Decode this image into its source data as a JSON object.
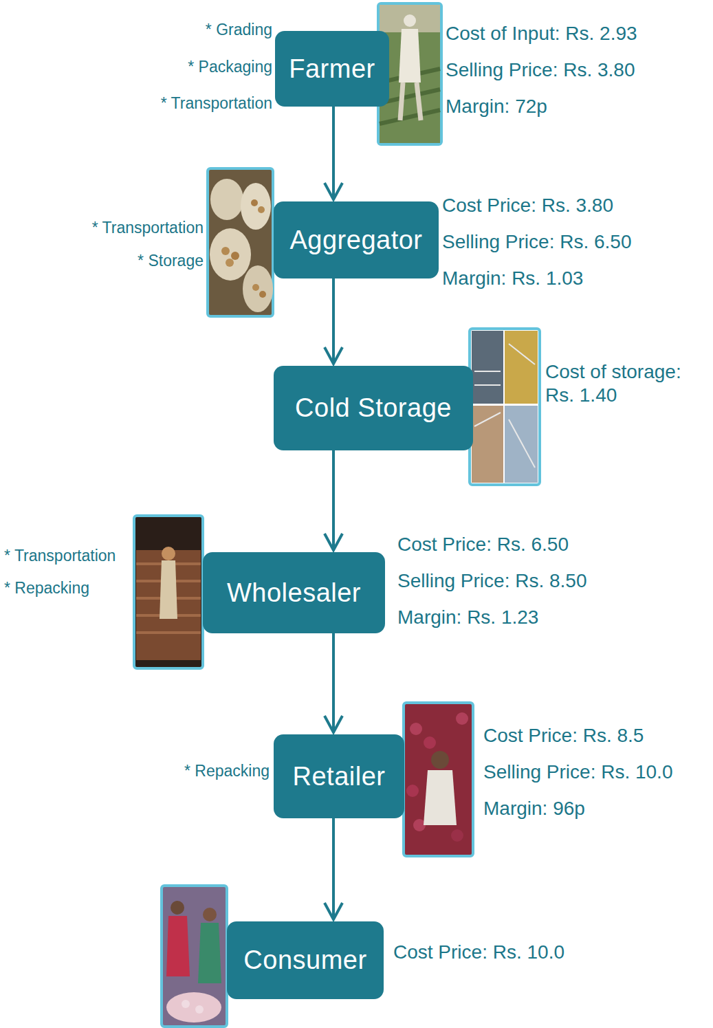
{
  "diagram": {
    "nodes": [
      {
        "text": [
          "Farmer"
        ]
      },
      {
        "text": [
          "Aggregator"
        ]
      },
      {
        "text": [
          "Cold Storage"
        ]
      },
      {
        "text": [
          "Wholesaler"
        ]
      },
      {
        "text": [
          "Retailer"
        ]
      },
      {
        "text": [
          "Consumer"
        ]
      }
    ],
    "edges": [
      {
        "from": 0,
        "to": 1,
        "arrow": "to"
      },
      {
        "from": 1,
        "to": 2,
        "arrow": "to"
      },
      {
        "from": 2,
        "to": 3,
        "arrow": "to"
      },
      {
        "from": 3,
        "to": 4,
        "arrow": "to"
      },
      {
        "from": 4,
        "to": 5,
        "arrow": "to"
      }
    ],
    "labels": [
      "* Grading",
      "* Packaging",
      "* Transportation",
      "Cost of Input: Rs. 2.93",
      "Selling Price: Rs. 3.80",
      "Margin: 72p",
      "* Transportation",
      "* Storage",
      "Cost Price: Rs. 3.80",
      "Selling Price: Rs. 6.50",
      "Margin: Rs. 1.03",
      "Cost of storage: Rs. 1.40",
      "* Transportation",
      "* Repacking",
      "Cost Price: Rs. 6.50",
      "Selling Price: Rs. 8.50",
      "Margin: Rs. 1.23",
      "* Repacking",
      "Cost Price: Rs. 8.5",
      "Selling Price: Rs. 10.0",
      "Margin: 96p",
      "Cost Price: Rs. 10.0"
    ]
  }
}
